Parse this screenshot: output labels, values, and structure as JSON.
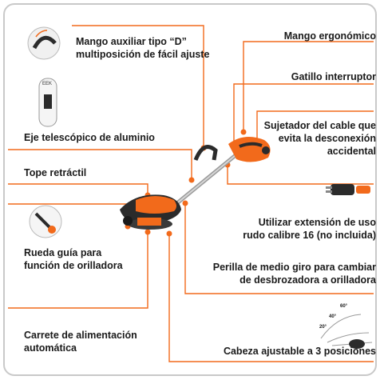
{
  "labels": {
    "d_handle": [
      "Mango auxiliar tipo “D”",
      "multiposición de fácil ajuste"
    ],
    "ergonomic_handle": "Mango ergonómico",
    "trigger": "Gatillo interruptor",
    "cord_holder": [
      "Sujetador del cable que",
      "evita la desconexión",
      "accidental"
    ],
    "telescopic_shaft": "Eje telescópico de aluminio",
    "retractable_stop": "Tope retráctil",
    "extension_cord": [
      "Utilizar extensión de uso",
      "rudo calibre 16 (no incluida)"
    ],
    "guide_wheel": [
      "Rueda guía para",
      "función de orilladora"
    ],
    "half_turn_knob": [
      "Perilla de medio giro para cambiar",
      "de desbrozadora a orilladora"
    ],
    "auto_spool": [
      "Carrete de alimentación",
      "automática"
    ],
    "adjustable_head": "Cabeza ajustable a 3 posiciones"
  },
  "angle_marks": [
    "60°",
    "40°",
    "20°"
  ],
  "colors": {
    "accent": "#f26a1b",
    "body_dark": "#2b2b2b",
    "frame": "#c9c9c9"
  }
}
